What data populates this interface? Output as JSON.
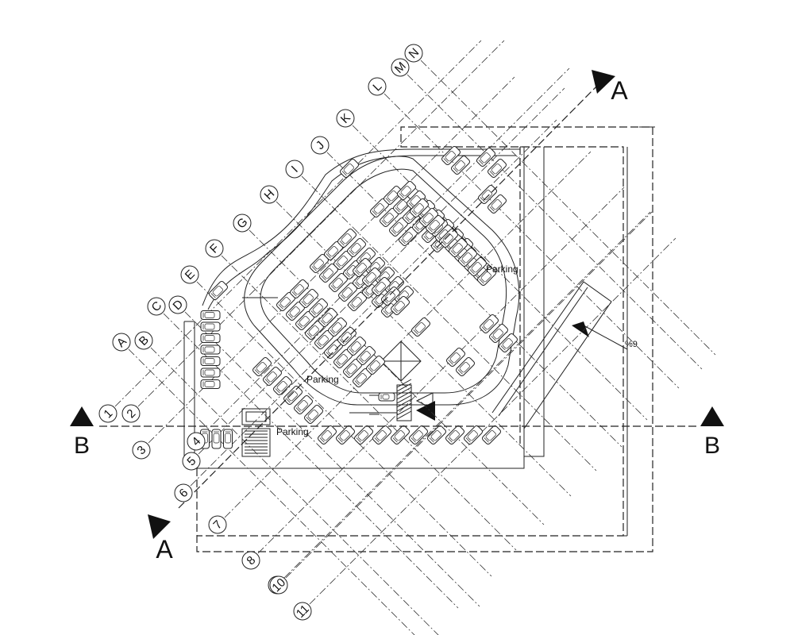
{
  "section_marks": {
    "a_top": "A",
    "a_bottom": "A",
    "b_left": "B",
    "b_right": "B"
  },
  "labels": {
    "parking_main": "Parking",
    "parking_lower": "Parking",
    "parking_bottom": "Parking",
    "slope": "%9"
  },
  "grid_letters": [
    "A",
    "B",
    "C",
    "D",
    "E",
    "F",
    "G",
    "H",
    "I",
    "J",
    "K",
    "L",
    "M",
    "N"
  ],
  "grid_numbers": [
    "1",
    "2",
    "3",
    "4",
    "5",
    "6",
    "7",
    "8",
    "9",
    "10",
    "11"
  ],
  "colors": {
    "line": "#222222",
    "background": "#ffffff"
  }
}
